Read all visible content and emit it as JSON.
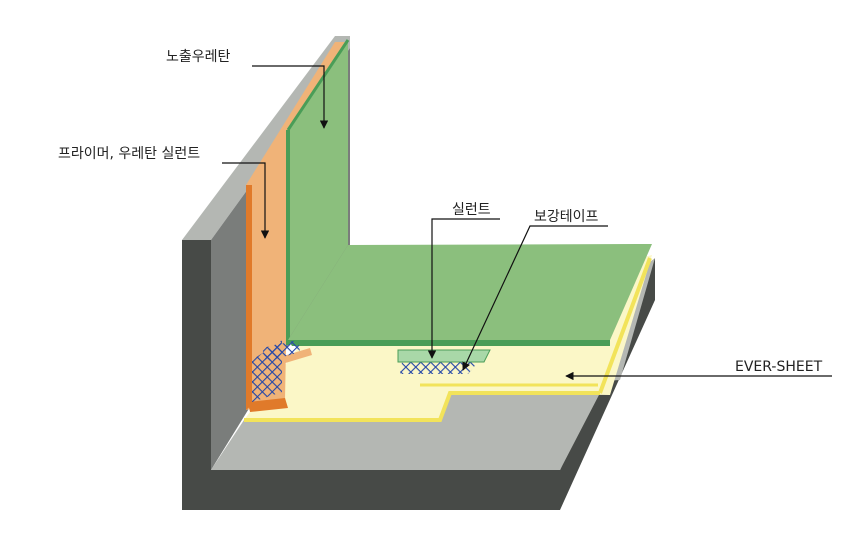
{
  "labels": {
    "top_urethane": "노출우레탄",
    "primer_sealant": "프라이머, 우레탄 실런트",
    "sealant": "실런트",
    "reinforce_tape": "보강테이프",
    "ever_sheet": "EVER-SHEET"
  },
  "colors": {
    "concrete_light": "#b4b7b3",
    "concrete_side": "#7a7d7b",
    "concrete_dark": "#474a47",
    "primer_orange": "#f0b378",
    "primer_edge": "#e07a2a",
    "urethane_green": "#8bbf7d",
    "urethane_edge": "#4a9d57",
    "sheet_cream": "#fbf7c7",
    "sheet_yellow": "#f2e35a",
    "mesh_blue": "#2548a8",
    "leader": "#111111"
  },
  "icons": [
    "mesh-pattern"
  ]
}
